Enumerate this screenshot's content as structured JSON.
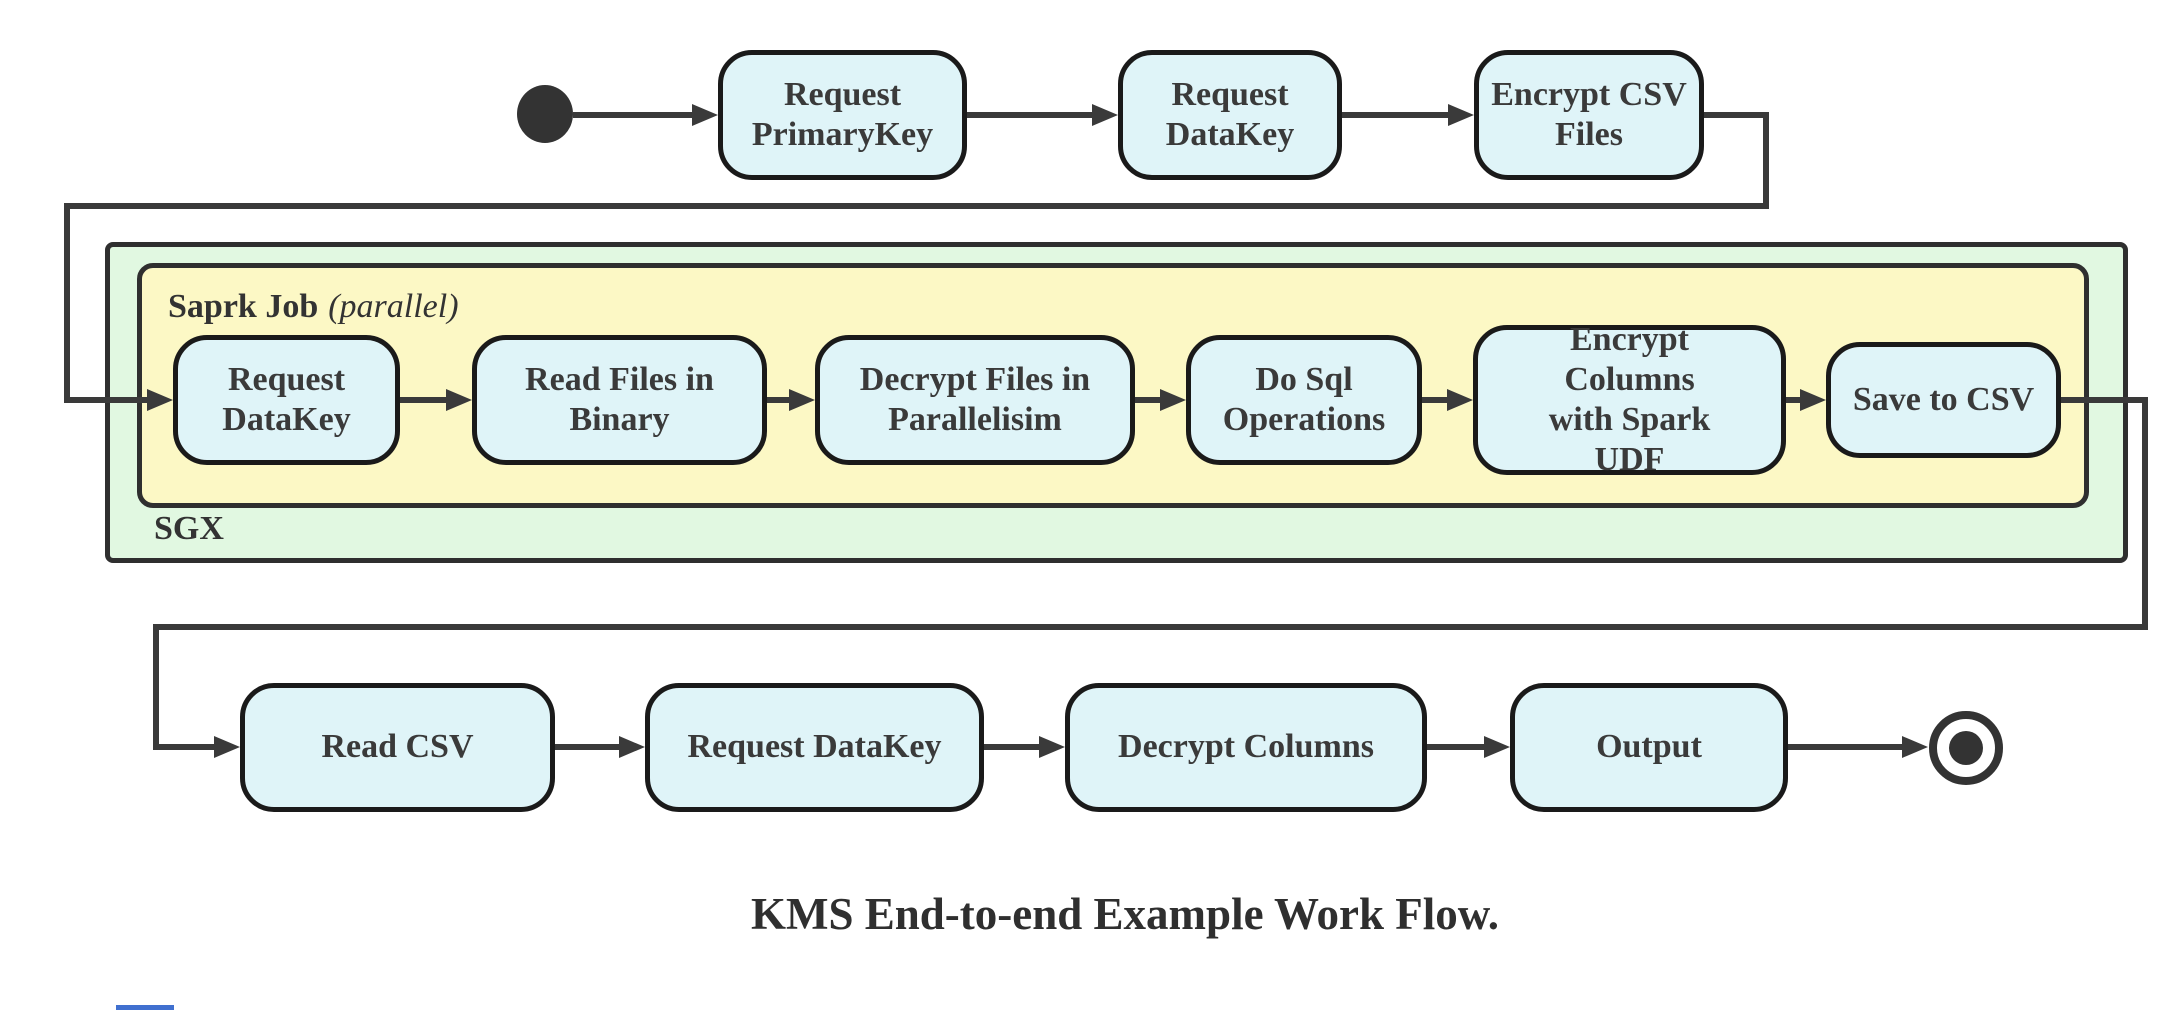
{
  "diagram": {
    "caption": "KMS End-to-end Example Work Flow.",
    "top_flow": [
      "Request PrimaryKey",
      "Request DataKey",
      "Encrypt CSV Files"
    ],
    "sgx": {
      "label": "SGX",
      "spark_job": {
        "label": "Saprk Job",
        "annotation": "(parallel)",
        "steps": [
          "Request DataKey",
          "Read Files in Binary",
          "Decrypt Files in Parallelisim",
          "Do Sql Operations",
          "Encrypt Columns with Spark UDF",
          "Save to CSV"
        ]
      }
    },
    "bottom_flow": [
      "Read CSV",
      "Request DataKey",
      "Decrypt Columns",
      "Output"
    ],
    "colors": {
      "node_fill": "#dff4f8",
      "node_border": "#1a1a1a",
      "sgx_fill": "#e1f8e1",
      "spark_fill": "#fcf8c5",
      "container_border": "#2f2f2f",
      "connector": "#3a3a3a",
      "text": "#333333",
      "accent_mark": "#4070cf"
    }
  }
}
